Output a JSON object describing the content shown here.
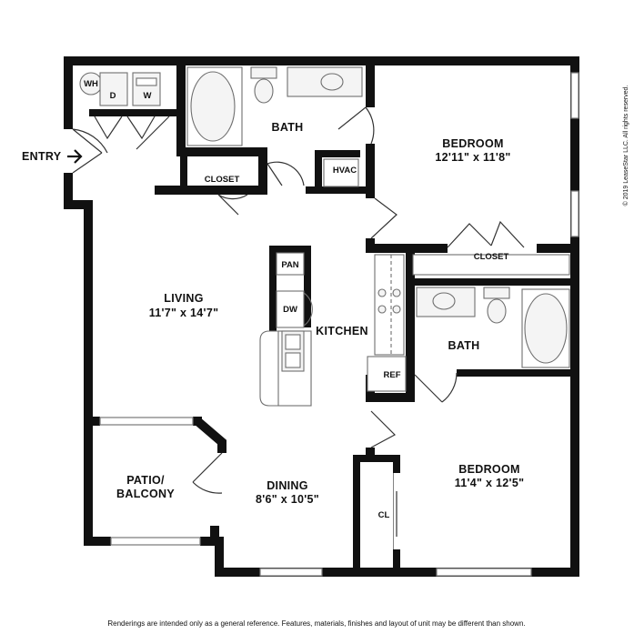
{
  "labels": {
    "entry": "ENTRY",
    "wh": "WH",
    "d": "D",
    "w": "W",
    "bath1": "BATH",
    "closet1": "CLOSET",
    "hvac": "HVAC",
    "bedroom1": "BEDROOM",
    "bedroom1_dim": "12'11\" x 11'8\"",
    "closet2": "CLOSET",
    "living": "LIVING",
    "living_dim": "11'7\" x 14'7\"",
    "pan": "PAN",
    "dw": "DW",
    "kitchen": "KITCHEN",
    "bath2": "BATH",
    "ref": "REF",
    "patio_line1": "PATIO/",
    "patio_line2": "BALCONY",
    "dining": "DINING",
    "dining_dim": "8'6\" x 10'5\"",
    "bedroom2": "BEDROOM",
    "bedroom2_dim": "11'4\" x 12'5\"",
    "cl": "CL"
  },
  "copyright": "© 2019 LeaseStar LLC. All rights reserved.",
  "footer": "Renderings are intended only as a general reference. Features, materials, finishes and layout of unit may be different than shown.",
  "colors": {
    "wall": "#111111",
    "fixture": "#6f6f6f",
    "fixture_fill": "#f4f4f4",
    "window": "#9a9a9a"
  }
}
